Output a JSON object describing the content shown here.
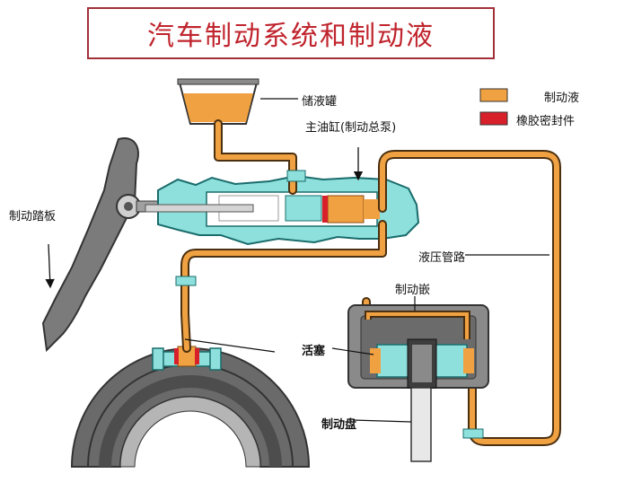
{
  "title": "汽车制动系统和制动液",
  "labels": {
    "reservoir": "储液罐",
    "master_cylinder": "主油缸(制动总泵)",
    "pedal": "制动踏板",
    "pipe": "液压管路",
    "caliper": "制动嵌",
    "piston": "活塞",
    "disc": "制动盘"
  },
  "legend": [
    {
      "label": "制动液",
      "color": "#f0a142"
    },
    {
      "label": "橡胶密封件",
      "color": "#d8202a"
    }
  ],
  "colors": {
    "fluid": "#f0a142",
    "seal": "#d8202a",
    "cylinder": "#8ee0dc",
    "metal_dark": "#5a5a5a",
    "metal_mid": "#8a8a8a",
    "title": "#c0242d"
  }
}
